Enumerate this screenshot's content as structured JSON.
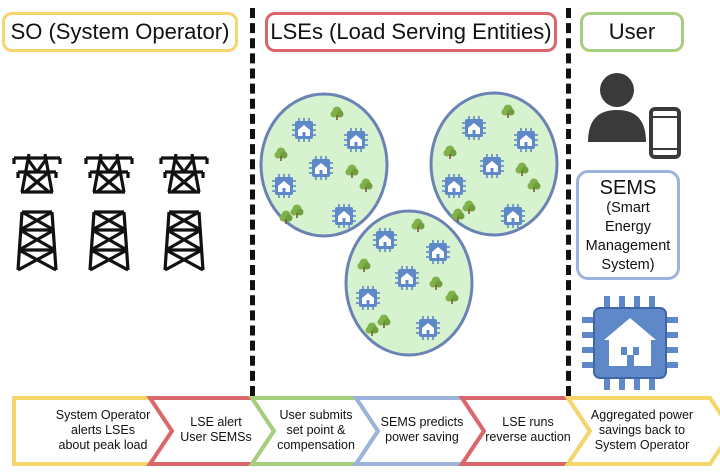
{
  "headers": {
    "so": {
      "label": "SO (System Operator)",
      "color": "#f5d66b"
    },
    "lse": {
      "label": "LSEs (Load Serving Entities)",
      "color": "#d9676b"
    },
    "user": {
      "label": "User",
      "color": "#a5cf7c"
    }
  },
  "sems": {
    "title": "SEMS",
    "subtitle_lines": [
      "(Smart",
      "Energy",
      "Management",
      "System)"
    ]
  },
  "icons": {
    "tower": "transmission-tower-icon",
    "user": "person-icon",
    "phone": "smartphone-icon",
    "chip_house": "chip-house-icon",
    "tree": "tree-icon"
  },
  "colors": {
    "circle_fill": "#d6f2cf",
    "circle_stroke": "#6a82b4",
    "chip": "#5f88c9",
    "tree": "#7fb24a"
  },
  "steps": [
    {
      "lines": [
        "System Operator",
        "alerts LSEs",
        "about peak load"
      ],
      "color": "#f5d66b"
    },
    {
      "lines": [
        "LSE alert",
        "User SEMSs"
      ],
      "color": "#d9676b"
    },
    {
      "lines": [
        "User submits",
        "set point &",
        "compensation"
      ],
      "color": "#a5cf7c"
    },
    {
      "lines": [
        "SEMS predicts",
        "power saving"
      ],
      "color": "#9cb4db"
    },
    {
      "lines": [
        "LSE runs",
        "reverse auction"
      ],
      "color": "#d9676b"
    },
    {
      "lines": [
        "Aggregated power",
        "savings back to",
        "System Operator"
      ],
      "color": "#f5d66b"
    }
  ]
}
